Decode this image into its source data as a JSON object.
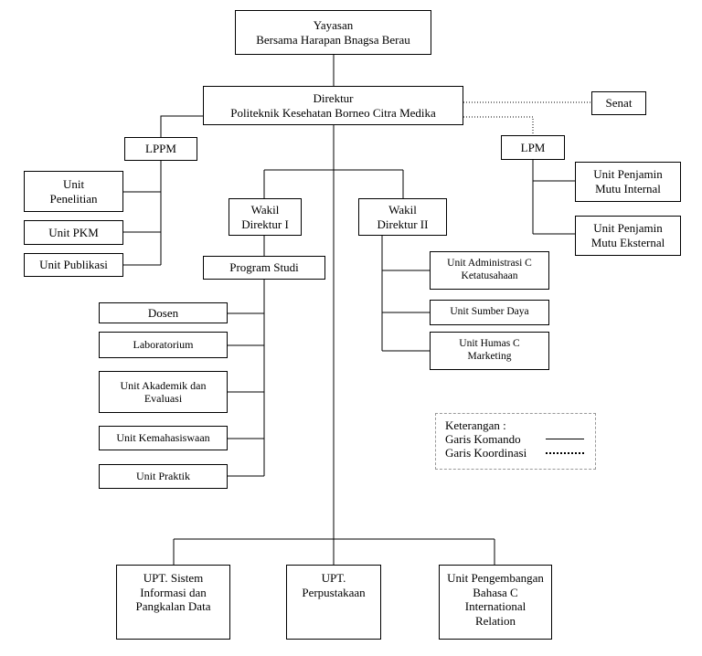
{
  "yayasan": {
    "line1": "Yayasan",
    "line2": "Bersama Harapan Bnagsa Berau"
  },
  "direktur": {
    "line1": "Direktur",
    "line2": "Politeknik Kesehatan Borneo Citra Medika"
  },
  "senat": "Senat",
  "lppm": "LPPM",
  "lpm": "LPM",
  "unit_penelitian": {
    "line1": "Unit",
    "line2": "Penelitian"
  },
  "unit_pkm": "Unit PKM",
  "unit_publikasi": "Unit Publikasi",
  "unit_penjamin_internal": {
    "line1": "Unit Penjamin",
    "line2": "Mutu Internal"
  },
  "unit_penjamin_eksternal": {
    "line1": "Unit Penjamin",
    "line2": "Mutu Eksternal"
  },
  "wakil_1": {
    "line1": "Wakil",
    "line2": "Direktur I"
  },
  "wakil_2": {
    "line1": "Wakil",
    "line2": "Direktur II"
  },
  "program_studi": "Program Studi",
  "dosen": "Dosen",
  "laboratorium": "Laboratorium",
  "unit_akademik": {
    "line1": "Unit Akademik dan",
    "line2": "Evaluasi"
  },
  "unit_kemahasiswaan": "Unit Kemahasiswaan",
  "unit_praktik": "Unit Praktik",
  "unit_administrasi": {
    "line1": "Unit Administrasi C",
    "line2": "Ketatusahaan"
  },
  "unit_sumber_daya": "Unit Sumber Daya",
  "unit_humas": {
    "line1": "Unit Humas C",
    "line2": "Marketing"
  },
  "upt_sistem": {
    "line1": "UPT. Sistem",
    "line2": "Informasi dan",
    "line3": "Pangkalan Data"
  },
  "upt_perpustakaan": {
    "line1": "UPT.",
    "line2": "Perpustakaan"
  },
  "unit_bahasa": {
    "line1": "Unit Pengembangan",
    "line2": "Bahasa C",
    "line3": "International",
    "line4": "Relation"
  },
  "legend": {
    "title": "Keterangan :",
    "komando": "Garis Komando",
    "koordinasi": "Garis Koordinasi"
  }
}
